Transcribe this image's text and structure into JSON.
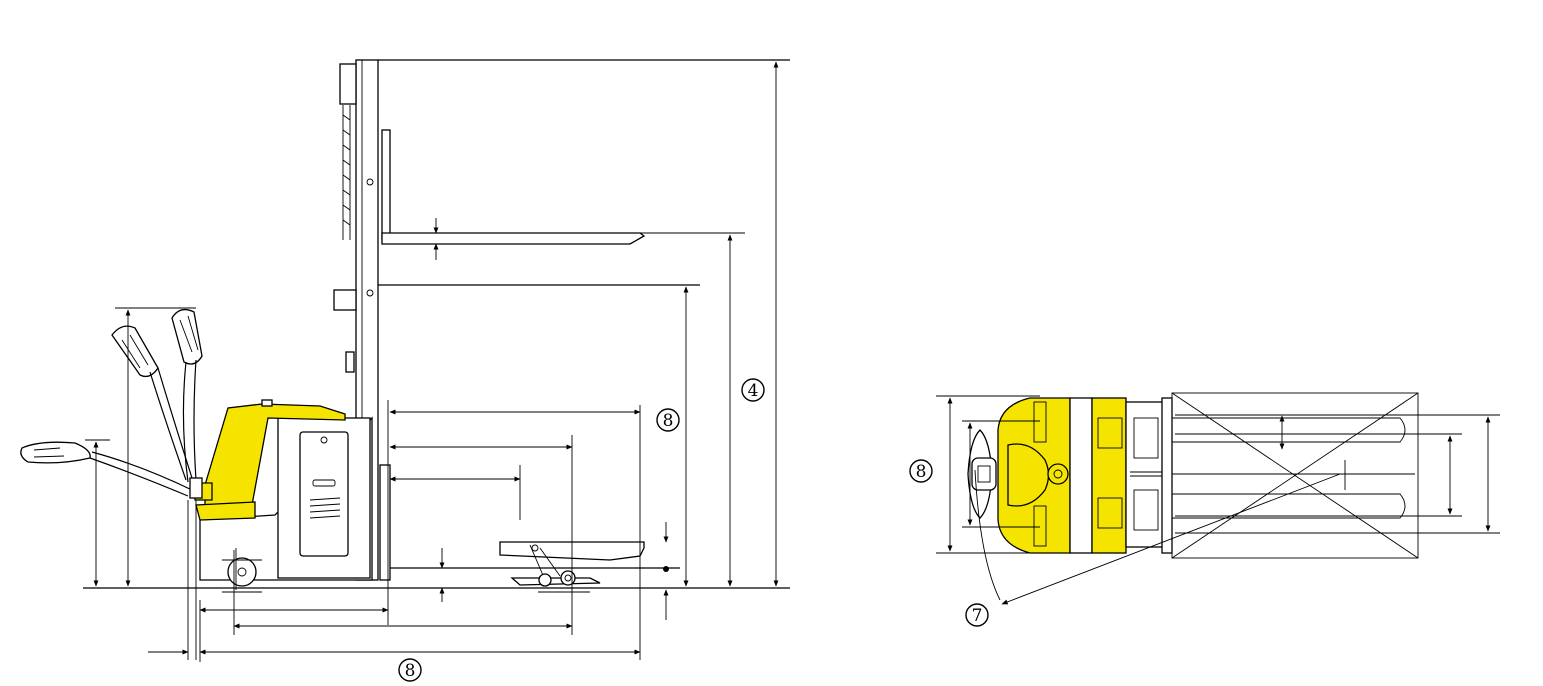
{
  "colors": {
    "body_yellow": "#f5e400",
    "line": "#000000",
    "background": "#ffffff"
  },
  "callouts": {
    "side_height": "4",
    "side_fork_width": "8",
    "side_overall_length": "8",
    "top_width": "8",
    "top_turning_radius": "7"
  }
}
